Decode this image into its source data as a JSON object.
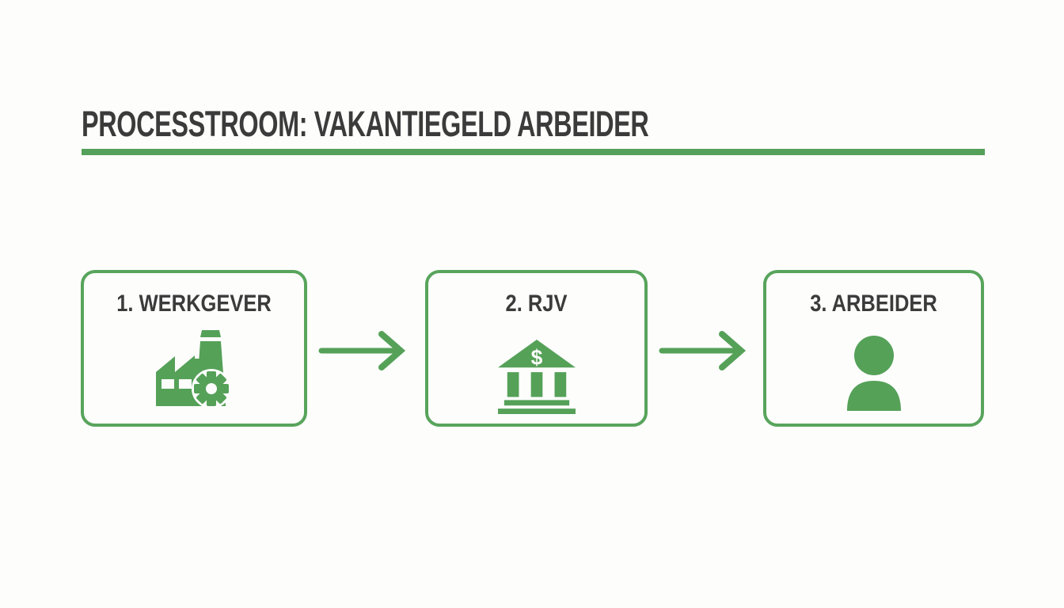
{
  "theme": {
    "green": "#55a158",
    "green_border": "#58a45c",
    "green_rule": "#55a05a",
    "text_dark": "#3b3b3b",
    "background": "#fdfdfc"
  },
  "header": {
    "title": "PROCESSTROOM: VAKANTIEGELD ARBEIDER"
  },
  "flow": {
    "steps": [
      {
        "label": "1. WERKGEVER",
        "icon": "factory-gear-icon"
      },
      {
        "label": "2. RJV",
        "icon": "bank-dollar-icon"
      },
      {
        "label": "3. ARBEIDER",
        "icon": "person-icon"
      }
    ],
    "bank_dollar_glyph": "$",
    "connector": "arrow-right"
  }
}
